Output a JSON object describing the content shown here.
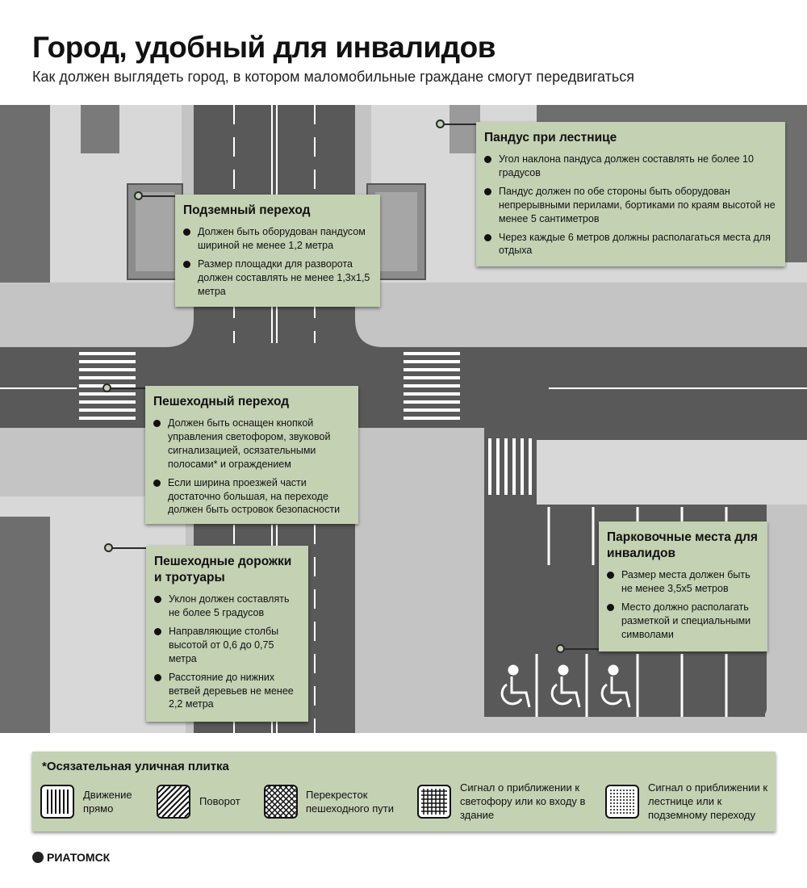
{
  "header": {
    "title": "Город, удобный для инвалидов",
    "subtitle": "Как должен выглядеть город, в котором маломобильные граждане смогут передвигаться"
  },
  "colors": {
    "background": "#ffffff",
    "block": "#d8d8d8",
    "sidewalk": "#c4c4c4",
    "road": "#595959",
    "building": "#6e6e6e",
    "callout": "#c4d1b3"
  },
  "callouts": {
    "ramp": {
      "title": "Пандус при лестнице",
      "items": [
        "Угол наклона пандуса должен составлять не более 10 градусов",
        "Пандус должен по обе стороны быть оборудован непрерывными перилами, бортиками по краям высотой не менее 5 сантиметров",
        "Через каждые 6 метров должны располагаться места для отдыха"
      ]
    },
    "underpass": {
      "title": "Подземный переход",
      "items": [
        "Должен быть оборудован пандусом шириной не менее 1,2 метра",
        "Размер площадки для разворота должен составлять не менее 1,3x1,5 метра"
      ]
    },
    "crossing": {
      "title": "Пешеходный переход",
      "items": [
        "Должен быть оснащен кнопкой управления светофором, звуковой сигнализацией, осязательными полосами* и ограждением",
        "Если ширина проезжей части достаточно большая, на переходе должен быть островок безопасности"
      ]
    },
    "paths": {
      "title": "Пешеходные дорожки и тротуары",
      "items": [
        "Уклон должен составлять не более 5 градусов",
        "Направляющие столбы высотой от 0,6 до 0,75 метра",
        "Расстояние до нижних ветвей деревьев не менее 2,2 метра"
      ]
    },
    "parking": {
      "title": "Парковочные места для инвалидов",
      "items": [
        "Размер места должен быть не менее 3,5x5 метров",
        "Место должно располагать разметкой и специальными символами"
      ]
    }
  },
  "legend": {
    "title": "*Осязательная уличная плитка",
    "tiles": [
      {
        "label": "Движение прямо",
        "pattern": "parallel-lines-icon"
      },
      {
        "label": "Поворот",
        "pattern": "diagonal-lines-icon"
      },
      {
        "label": "Перекресток пешеходного пути",
        "pattern": "diamond-grid-icon"
      },
      {
        "label": "Сигнал о приближении к светофору или ко входу в здание",
        "pattern": "square-grid-icon"
      },
      {
        "label": "Сигнал о приближении к лестнице или к подземному переходу",
        "pattern": "dots-icon"
      }
    ]
  },
  "footer": {
    "logo": "РИАТОМСК"
  }
}
